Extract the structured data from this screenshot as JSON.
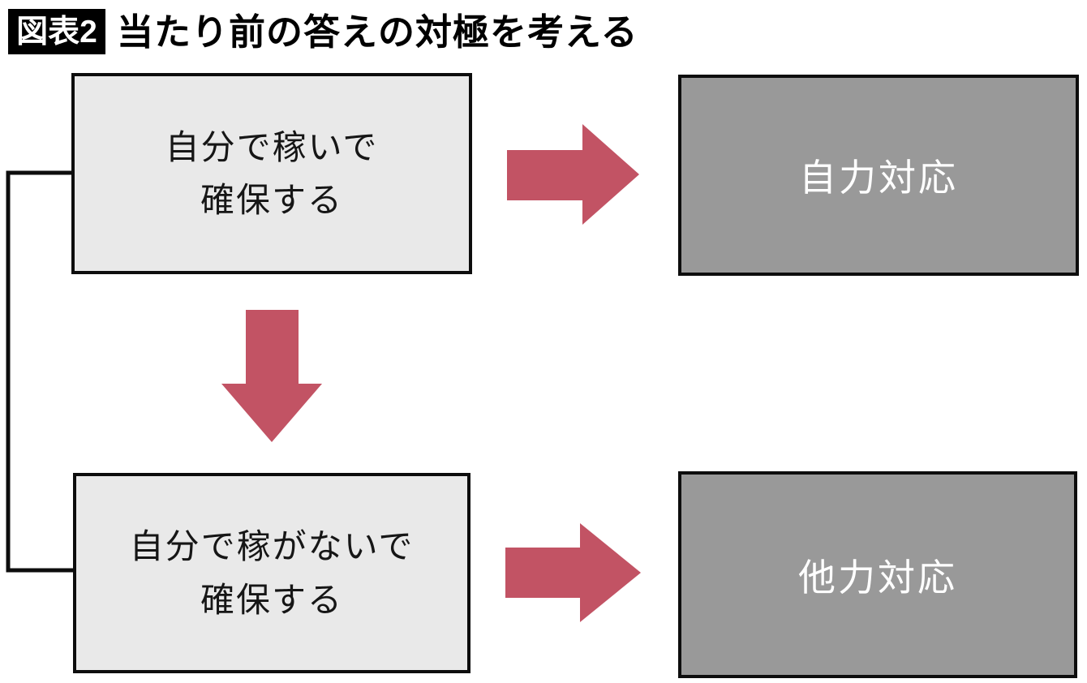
{
  "figure": {
    "badge": "図表2",
    "title": "当たり前の答えの対極を考える"
  },
  "flowchart": {
    "premise_boxes": [
      {
        "name": "earn-by-self",
        "lines": [
          "自分で稼いで",
          "確保する"
        ]
      },
      {
        "name": "secure-without-earning",
        "lines": [
          "自分で稼がないで",
          "確保する"
        ]
      }
    ],
    "result_boxes": [
      {
        "name": "self-reliant-response",
        "label": "自力対応"
      },
      {
        "name": "other-reliant-response",
        "label": "他力対応"
      }
    ],
    "arrows": [
      {
        "name": "earn-self-to-self-response",
        "direction": "right"
      },
      {
        "name": "earn-self-to-secure-without",
        "direction": "down"
      },
      {
        "name": "secure-without-to-other-response",
        "direction": "right"
      }
    ],
    "connector": {
      "name": "left-bracket-between-premise-boxes"
    }
  },
  "colors": {
    "arrow": "#c25364",
    "premise_box_fill": "#e9e9e9",
    "result_box_fill": "#999999",
    "border": "#0d0d0d",
    "badge_bg": "#000000",
    "badge_text": "#ffffff",
    "result_text": "#ffffff"
  }
}
